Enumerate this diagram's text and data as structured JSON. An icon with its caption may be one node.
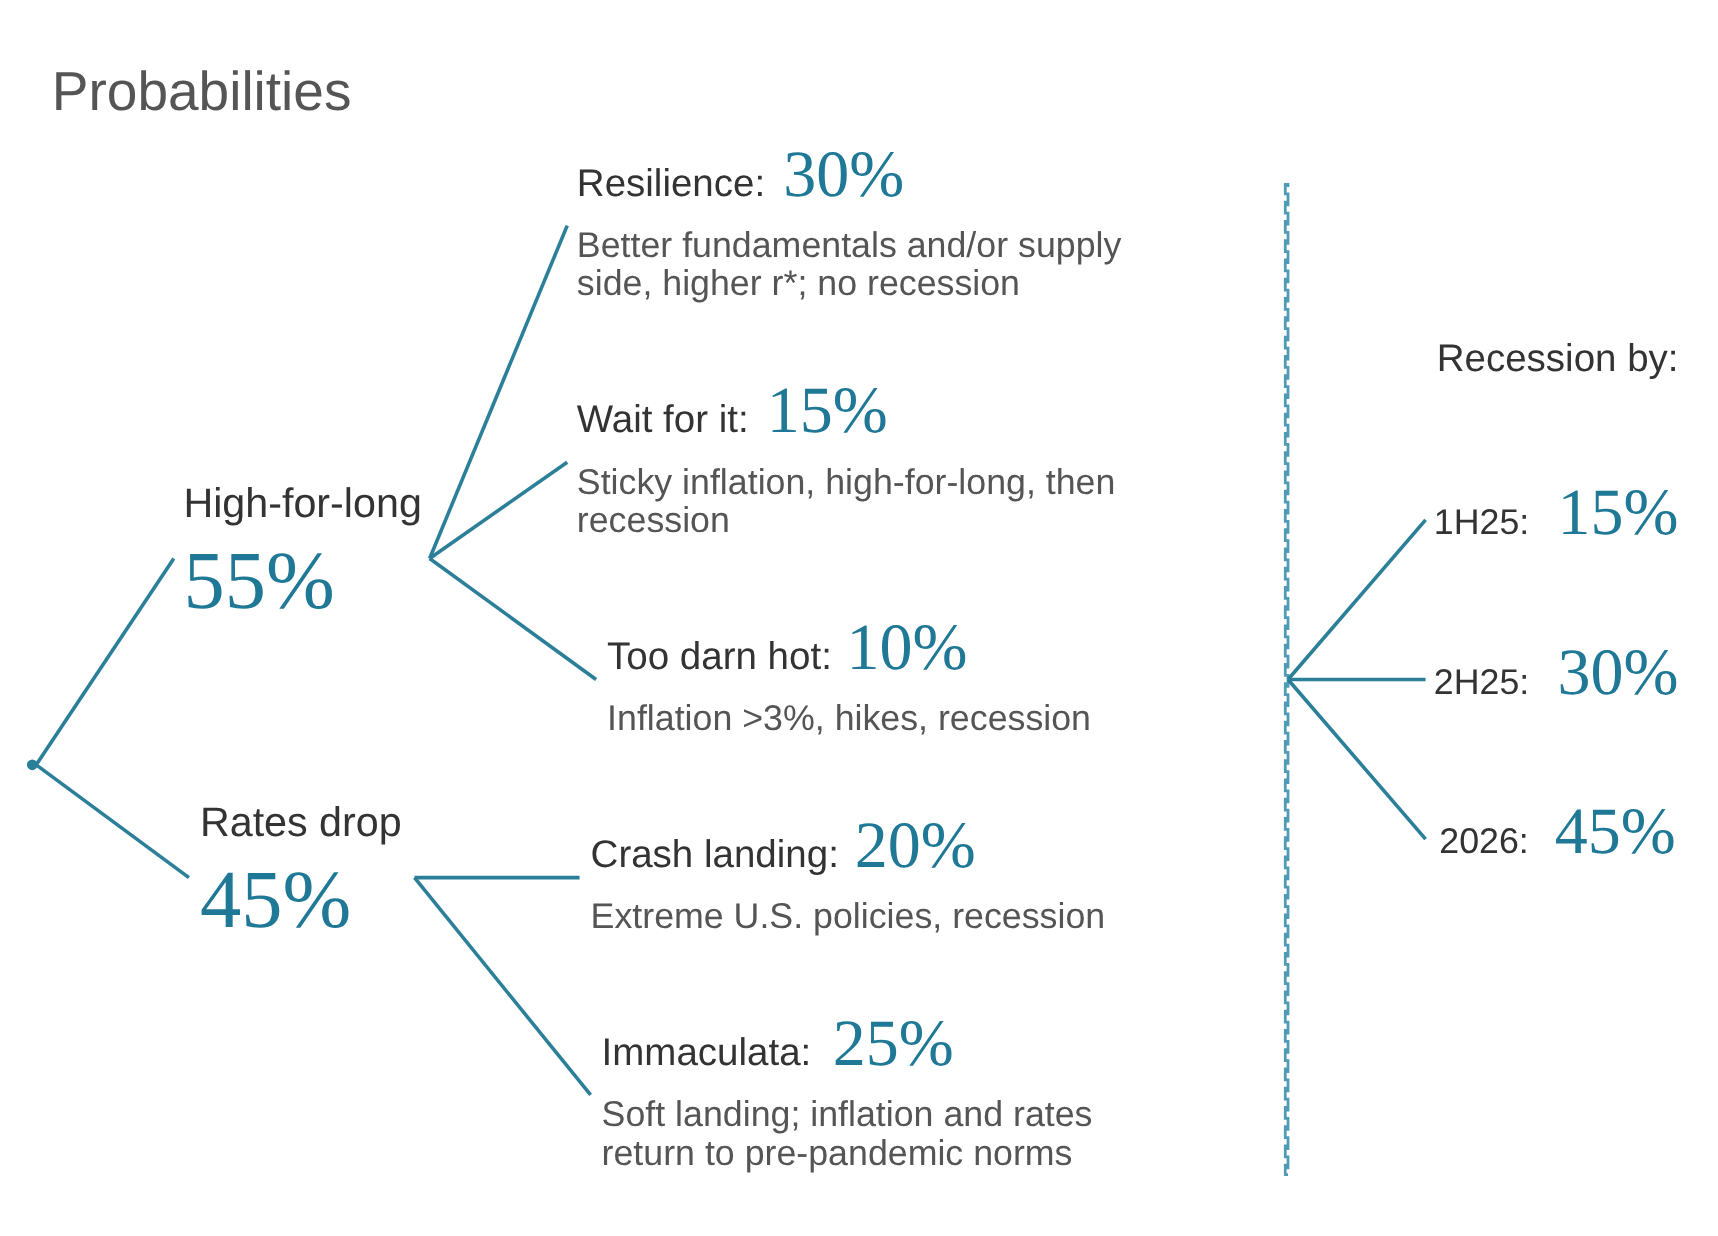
{
  "diagram": {
    "title": "Probabilities",
    "nodes": [
      {
        "text": [],
        "shape": "point"
      },
      {
        "text": [
          "High-for-long",
          "55%"
        ]
      },
      {
        "text": [
          "Rates drop",
          "45%"
        ]
      },
      {
        "text": [
          "Resilience:",
          "30%",
          "Better fundamentals and/or supply side, higher r*; no recession"
        ]
      },
      {
        "text": [
          "Wait for it:",
          "15%",
          "Sticky inflation, high-for-long, then recession"
        ]
      },
      {
        "text": [
          "Too darn hot:",
          "10%",
          "Inflation >3%, hikes, recession"
        ]
      },
      {
        "text": [
          "Crash landing:",
          "20%",
          "Extreme U.S. policies, recession"
        ]
      },
      {
        "text": [
          "Immaculata:",
          "25%",
          "Soft landing; inflation and rates return to pre-pandemic norms"
        ]
      },
      {
        "text": [],
        "shape": "line"
      },
      {
        "text": [
          "1H25:",
          "15%"
        ]
      },
      {
        "text": [
          "2H25:",
          "30%"
        ]
      },
      {
        "text": [
          "2026:",
          "45%"
        ]
      }
    ],
    "edges": [
      {
        "from": 0,
        "to": 1,
        "arrow": "none"
      },
      {
        "from": 0,
        "to": 2,
        "arrow": "none"
      },
      {
        "from": 1,
        "to": 3,
        "arrow": "none"
      },
      {
        "from": 1,
        "to": 4,
        "arrow": "none"
      },
      {
        "from": 1,
        "to": 5,
        "arrow": "none"
      },
      {
        "from": 2,
        "to": 6,
        "arrow": "none"
      },
      {
        "from": 2,
        "to": 7,
        "arrow": "none"
      },
      {
        "from": 8,
        "to": 9,
        "arrow": "none"
      },
      {
        "from": 8,
        "to": 10,
        "arrow": "none"
      },
      {
        "from": 8,
        "to": 11,
        "arrow": "none"
      }
    ],
    "labels": [
      "Recession by:"
    ]
  }
}
